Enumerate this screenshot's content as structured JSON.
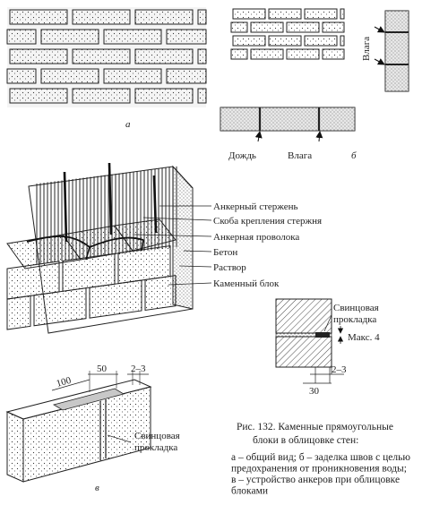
{
  "figure": {
    "panel_a_label": "а",
    "panel_b_label": "б",
    "panel_v_label": "в",
    "panel_b": {
      "rain_label": "Дождь",
      "moisture_label_bottom": "Влага",
      "moisture_label_side": "Влага"
    },
    "panel_v": {
      "callouts": [
        "Анкерный стержень",
        "Скоба крепления стержня",
        "Анкерная проволока",
        "Бетон",
        "Раствор",
        "Каменный блок"
      ],
      "lead_gasket": "Свинцовая\nпрокладка",
      "max_label": "Макс. 4",
      "dim_100": "100",
      "dim_50": "50",
      "dim_2_3": "2–3",
      "dim_30": "30",
      "dim_2_3_detail": "2–3"
    },
    "caption": {
      "title_lines": [
        "Рис. 132. Каменные прямоугольные",
        "блоки в облицовке стен:"
      ],
      "lines": [
        "а – общий вид; б – заделка швов с целью",
        "предохранения от проникновения воды;",
        "в – устройство анкеров при облицовке",
        "блоками"
      ]
    }
  }
}
